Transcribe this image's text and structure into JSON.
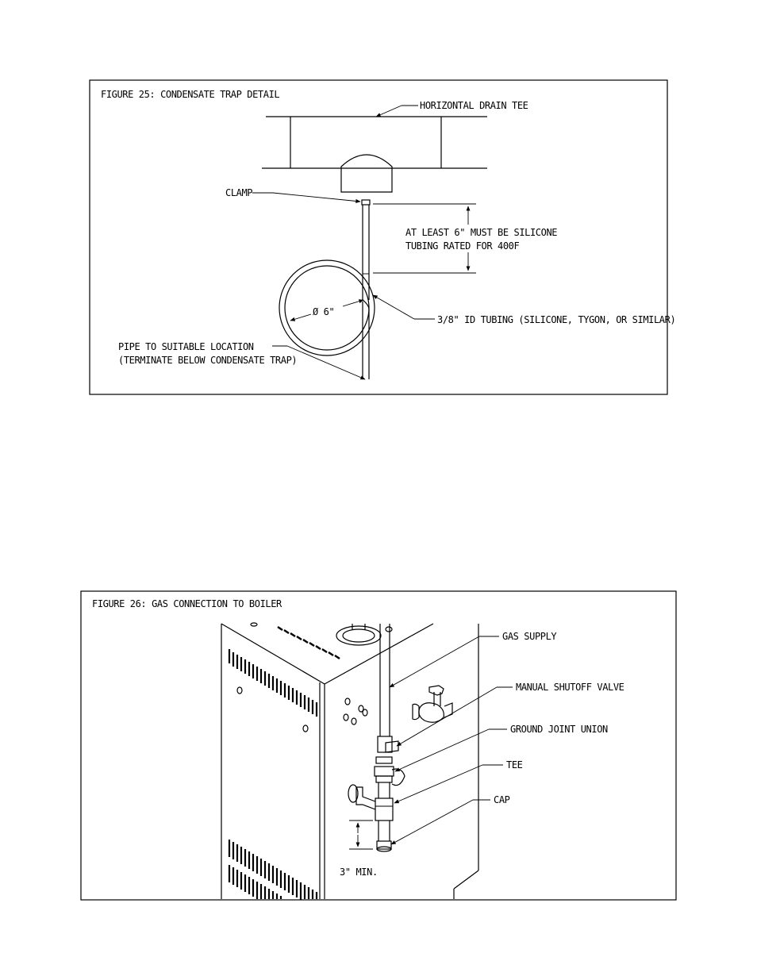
{
  "figure25": {
    "title": "FIGURE 25: CONDENSATE TRAP DETAIL",
    "labels": {
      "drain_tee": "HORIZONTAL DRAIN TEE",
      "clamp": "CLAMP",
      "silicone_line1": "AT LEAST 6\" MUST BE SILICONE",
      "silicone_line2": "TUBING RATED FOR 400F",
      "diameter": "Ø 6\"",
      "tubing": "3/8\" ID TUBING (SILICONE, TYGON, OR SIMILAR)",
      "pipe_line1": "PIPE TO SUITABLE LOCATION",
      "pipe_line2": "(TERMINATE BELOW CONDENSATE TRAP)"
    }
  },
  "figure26": {
    "title": "FIGURE 26: GAS CONNECTION TO BOILER",
    "labels": {
      "gas_supply": "GAS SUPPLY",
      "shutoff_valve": "MANUAL SHUTOFF VALVE",
      "union": "GROUND JOINT UNION",
      "tee": "TEE",
      "cap": "CAP",
      "min": "3\" MIN."
    }
  }
}
